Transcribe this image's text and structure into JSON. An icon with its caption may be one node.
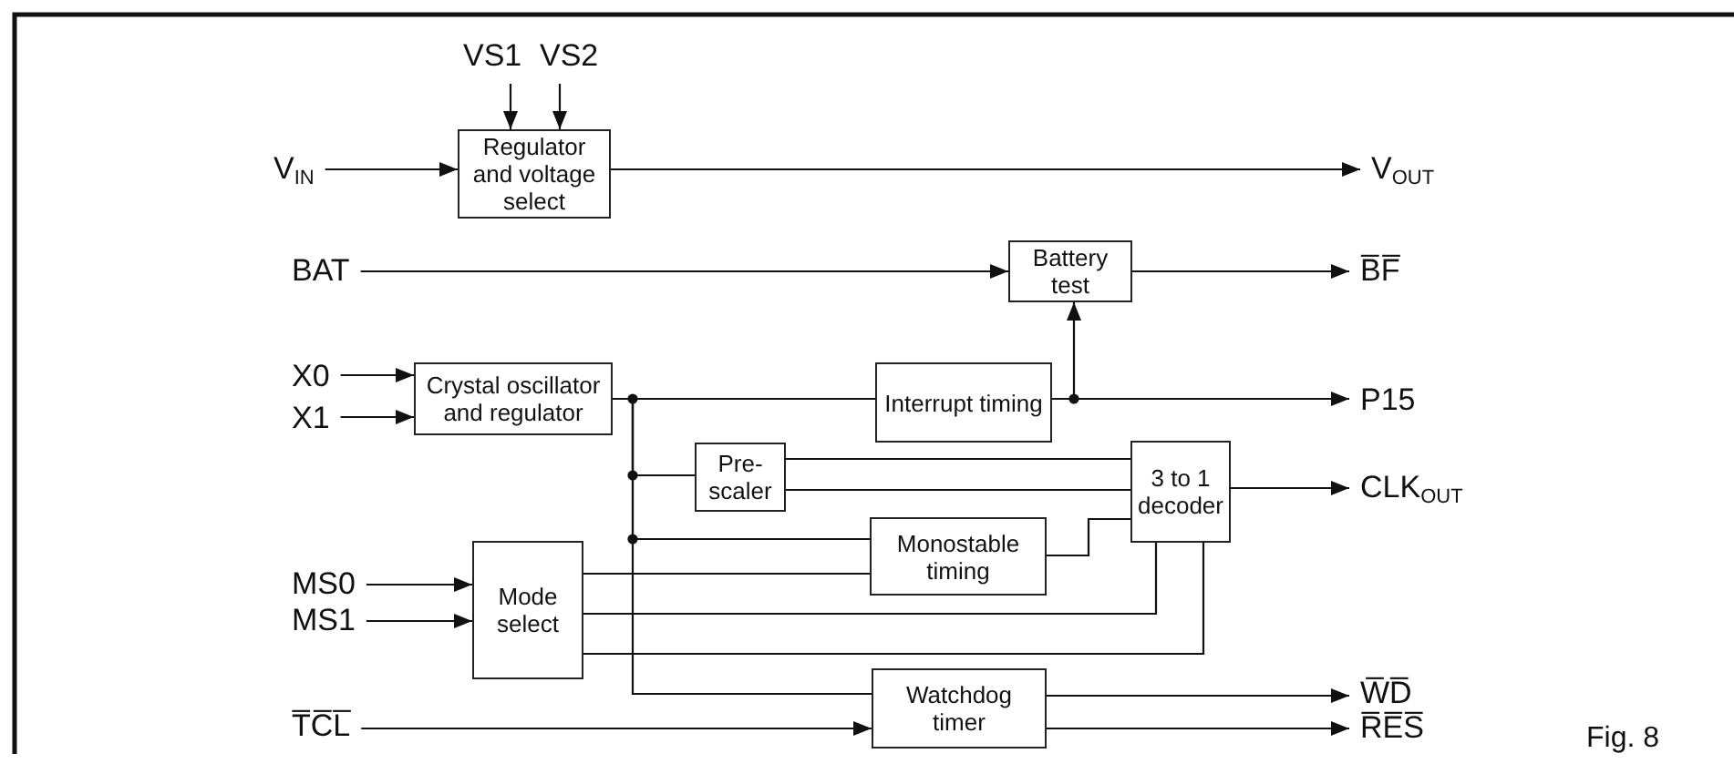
{
  "diagram": {
    "nodes": [
      {
        "text": [
          "VS1"
        ]
      },
      {
        "text": [
          "VS2"
        ]
      },
      {
        "text": [
          "V$_{IN}$"
        ]
      },
      {
        "text": [
          "Regulator and voltage select"
        ]
      },
      {
        "text": [
          "V$_{OUT}$"
        ]
      },
      {
        "text": [
          "BAT"
        ]
      },
      {
        "text": [
          "Battery test"
        ]
      },
      {
        "text": [
          "B̅F̅"
        ]
      },
      {
        "text": [
          "X0"
        ]
      },
      {
        "text": [
          "X1"
        ]
      },
      {
        "text": [
          "Crystal oscillator and regulator"
        ]
      },
      {
        "text": [
          "Interrupt timing"
        ]
      },
      {
        "text": [
          "P15"
        ]
      },
      {
        "text": [
          "Pre- scaler"
        ]
      },
      {
        "text": [
          "3 to 1 decoder"
        ]
      },
      {
        "text": [
          "CLK$_{OUT}$"
        ]
      },
      {
        "text": [
          "Monostable timing"
        ]
      },
      {
        "text": [
          "Mode select"
        ]
      },
      {
        "text": [
          "MS0"
        ]
      },
      {
        "text": [
          "MS1"
        ]
      },
      {
        "text": [
          "Watchdog timer"
        ]
      },
      {
        "text": [
          "T̅C̅L̅"
        ]
      },
      {
        "text": [
          "W̅D̅"
        ]
      },
      {
        "text": [
          "R̅E̅S̅"
        ]
      }
    ],
    "edges": [
      {
        "from": 0,
        "to": 3,
        "arrow": "to"
      },
      {
        "from": 1,
        "to": 3,
        "arrow": "to"
      },
      {
        "from": 2,
        "to": 3,
        "arrow": "to"
      },
      {
        "from": 3,
        "to": 4,
        "arrow": "to"
      },
      {
        "from": 5,
        "to": 6,
        "arrow": "to"
      },
      {
        "from": 6,
        "to": 7,
        "arrow": "to"
      },
      {
        "from": 8,
        "to": 10,
        "arrow": "to"
      },
      {
        "from": 9,
        "to": 10,
        "arrow": "to"
      },
      {
        "from": 10,
        "to": 11,
        "arrow": "none"
      },
      {
        "from": 11,
        "to": 12,
        "arrow": "to"
      },
      {
        "from": 11,
        "to": 6,
        "arrow": "to"
      },
      {
        "from": 10,
        "to": 13,
        "arrow": "none"
      },
      {
        "from": 10,
        "to": 16,
        "arrow": "none"
      },
      {
        "from": 10,
        "to": 20,
        "arrow": "none"
      },
      {
        "from": 13,
        "to": 14,
        "arrow": "none"
      },
      {
        "from": 13,
        "to": 14,
        "arrow": "none"
      },
      {
        "from": 16,
        "to": 14,
        "arrow": "none"
      },
      {
        "from": 14,
        "to": 15,
        "arrow": "to"
      },
      {
        "from": 18,
        "to": 17,
        "arrow": "to"
      },
      {
        "from": 19,
        "to": 17,
        "arrow": "to"
      },
      {
        "from": 17,
        "to": 16,
        "arrow": "none"
      },
      {
        "from": 17,
        "to": 14,
        "arrow": "none"
      },
      {
        "from": 17,
        "to": 14,
        "arrow": "none"
      },
      {
        "from": 20,
        "to": 22,
        "arrow": "to"
      },
      {
        "from": 21,
        "to": 20,
        "arrow": "to"
      },
      {
        "from": 20,
        "to": 23,
        "arrow": "to"
      }
    ],
    "labels": [
      "Fig. 8"
    ]
  }
}
